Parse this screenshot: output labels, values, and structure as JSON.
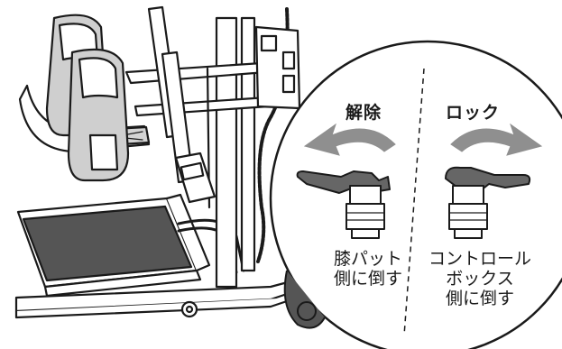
{
  "callout": {
    "left_heading": "解除",
    "right_heading": "ロック",
    "left_caption": [
      "膝パット",
      "側に倒す"
    ],
    "right_caption": [
      "コントロール",
      "ボックス",
      "側に倒す"
    ]
  },
  "colors": {
    "line": "#1a1a1a",
    "arrow": "#8f8f8f",
    "handle": "#666666",
    "pad": "#cfcfcf",
    "mat": "#555555"
  },
  "icons": [
    "rotate-counterclockwise-arrow-icon",
    "rotate-clockwise-arrow-icon"
  ]
}
